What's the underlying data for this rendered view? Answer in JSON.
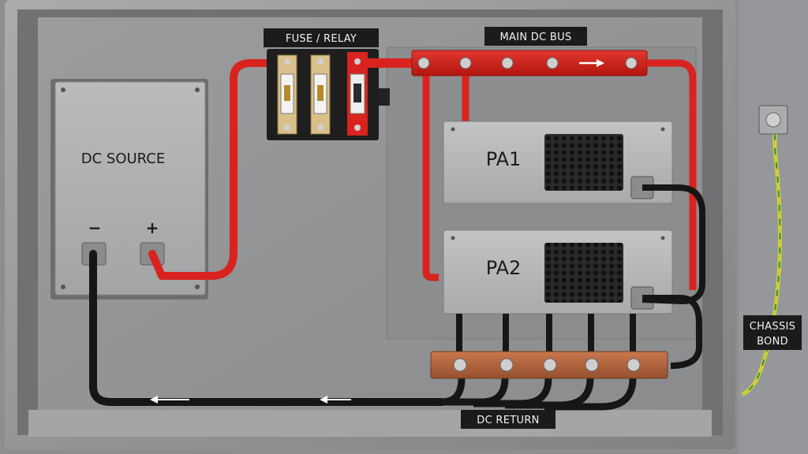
{
  "labels": {
    "fuse_relay": "FUSE / RELAY",
    "main_bus": "MAIN DC BUS",
    "dc_source": "DC SOURCE",
    "neg": "−",
    "pos": "+",
    "pa1": "PA1",
    "pa2": "PA2",
    "chassis_bond_1": "CHASSIS",
    "chassis_bond_2": "BOND",
    "dc_return": "DC RETURN"
  },
  "icons": {
    "flow_arrow": "arrow-right-icon",
    "return_arrow": "arrow-left-icon",
    "ground_lug": "ground-lug-icon"
  },
  "colors": {
    "positive_cable": "#d8231e",
    "negative_cable": "#161616",
    "copper_bar": "#b7673f",
    "ground_wire": "#c9cf38"
  }
}
